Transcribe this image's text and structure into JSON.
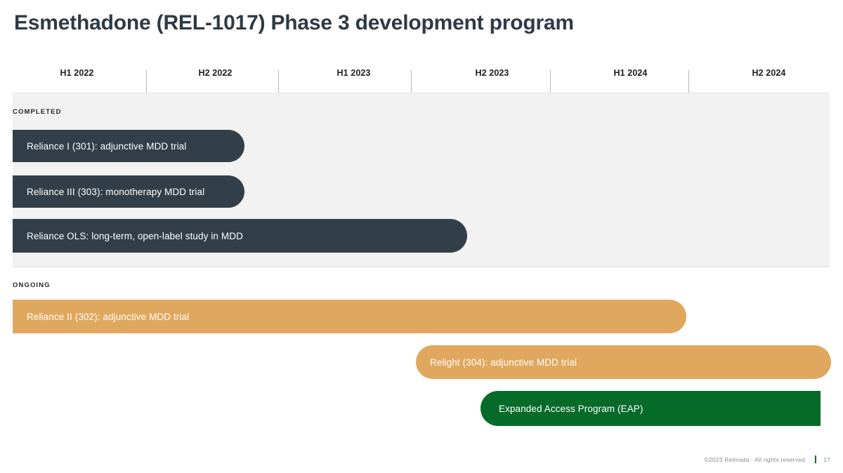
{
  "title": "Esmethadone (REL-1017) Phase 3 development program",
  "footer": {
    "copyright": "©2023 Relmada - All rights reserved",
    "page_number": "17"
  },
  "sections": [
    {
      "label": "COMPLETED"
    },
    {
      "label": "ONGOING"
    }
  ],
  "colors": {
    "completed_bar": "#333f48",
    "ongoing_amber": "#e0a75e",
    "ongoing_green": "#066b28",
    "band_completed": "#f2f2f2",
    "gridline": "#b9b9b9",
    "title": "#2e3a45"
  },
  "chart_data": {
    "type": "bar",
    "title": "Esmethadone (REL-1017) Phase 3 development program",
    "orientation": "horizontal",
    "xlabel": "",
    "ylabel": "",
    "grid": true,
    "legend": "none",
    "categories": [
      "H1 2022",
      "H2 2022",
      "H1 2023",
      "H2 2023",
      "H1 2024",
      "H2 2024"
    ],
    "axis_ticks": [
      "H1 2022",
      "H2 2022",
      "H1 2023",
      "H2 2023",
      "H1 2024",
      "H2 2024"
    ],
    "series": [
      {
        "name": "COMPLETED",
        "color": "#333f48",
        "values": [
          {
            "label": "Reliance I (301): adjunctive MDD trial",
            "start": "H1 2022",
            "end": "H2 2022",
            "start_fraction": 0.0,
            "end_fraction": 1.71,
            "cap_left": "square",
            "cap_right": "round"
          },
          {
            "label": "Reliance III (303): monotherapy MDD trial",
            "start": "H1 2022",
            "end": "H2 2022",
            "start_fraction": 0.0,
            "end_fraction": 1.71,
            "cap_left": "square",
            "cap_right": "round"
          },
          {
            "label": "Reliance OLS: long-term, open-label study in MDD",
            "start": "H1 2022",
            "end": "H2 2023",
            "start_fraction": 0.0,
            "end_fraction": 3.32,
            "cap_left": "square",
            "cap_right": "round"
          }
        ]
      },
      {
        "name": "ONGOING",
        "color": "#e0a75e",
        "values": [
          {
            "label": "Reliance II (302): adjunctive MDD trial",
            "start": "H1 2022",
            "end": "H1 2024",
            "start_fraction": 0.0,
            "end_fraction": 4.9,
            "cap_left": "square",
            "cap_right": "round",
            "color": "#e0a75e"
          },
          {
            "label": "Relight (304): adjunctive MDD trial",
            "start": "H2 2023",
            "end": "H2 2024",
            "start_fraction": 2.95,
            "end_fraction": 5.95,
            "cap_left": "round",
            "cap_right": "round",
            "color": "#e0a75e"
          },
          {
            "label": "Expanded Access Program (EAP)",
            "start": "H2 2023",
            "end": "H2 2024",
            "start_fraction": 3.41,
            "end_fraction": 5.87,
            "cap_left": "round",
            "cap_right": "square",
            "color": "#066b28"
          }
        ]
      }
    ]
  }
}
